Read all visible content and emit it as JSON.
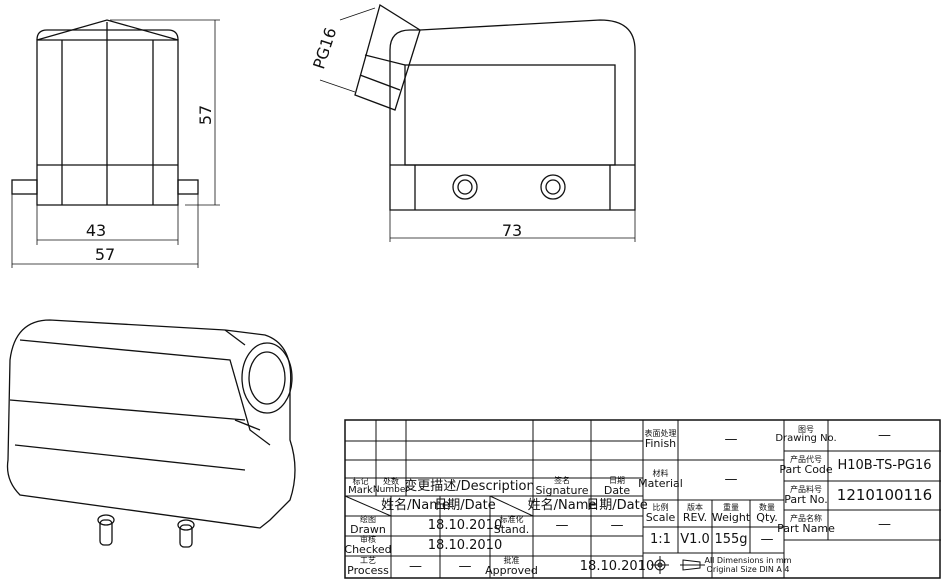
{
  "dimensions": {
    "front_height": "57",
    "front_inner_width": "43",
    "front_width": "57",
    "side_length": "73",
    "thread": "PG16"
  },
  "revision_table": {
    "mark": {
      "zh": "标记",
      "en": "Mark"
    },
    "number": {
      "zh": "处数",
      "en": "Number"
    },
    "description": "变更描述/Description",
    "signature": {
      "zh": "签名",
      "en": "Signature"
    },
    "date": {
      "zh": "日期",
      "en": "Date"
    }
  },
  "approval_table": {
    "name_header": "姓名/Name",
    "date_header": "日期/Date",
    "name_header2": "姓名/Name",
    "date_header2": "日期/Date",
    "drawn": {
      "zh": "绘图",
      "en": "Drawn",
      "name": "",
      "date": "18.10.2010"
    },
    "checked": {
      "zh": "审核",
      "en": "Checked",
      "name": "",
      "date": "18.10.2010"
    },
    "process": {
      "zh": "工艺",
      "en": "Process",
      "name": "—",
      "date": "—"
    },
    "stand": {
      "zh": "标准化",
      "en": "Stand.",
      "name": "—",
      "date": "—"
    },
    "approved": {
      "zh": "批准",
      "en": "Approved",
      "name": "",
      "date": "18.10.2010"
    }
  },
  "info": {
    "finish": {
      "zh": "表面处理",
      "en": "Finish",
      "value": "—"
    },
    "material": {
      "zh": "材料",
      "en": "Material",
      "value": "—"
    },
    "scale": {
      "zh": "比例",
      "en": "Scale",
      "value": "1:1"
    },
    "rev": {
      "zh": "版本",
      "en": "REV.",
      "value": "V1.0"
    },
    "weight": {
      "zh": "重量",
      "en": "Weight",
      "value": "155g"
    },
    "qty": {
      "zh": "数量",
      "en": "Qty.",
      "value": "—"
    },
    "note1": "All Dimensions in mm",
    "note2": "Original Size DIN A 4",
    "drawing_no": {
      "zh": "图号",
      "en": "Drawing No.",
      "value": "—"
    },
    "part_code": {
      "zh": "产品代号",
      "en": "Part Code",
      "value": "H10B-TS-PG16"
    },
    "part_no": {
      "zh": "产品料号",
      "en": "Part No.",
      "value": "1210100116"
    },
    "part_name": {
      "zh": "产品名称",
      "en": "Part Name",
      "value": "—"
    }
  }
}
